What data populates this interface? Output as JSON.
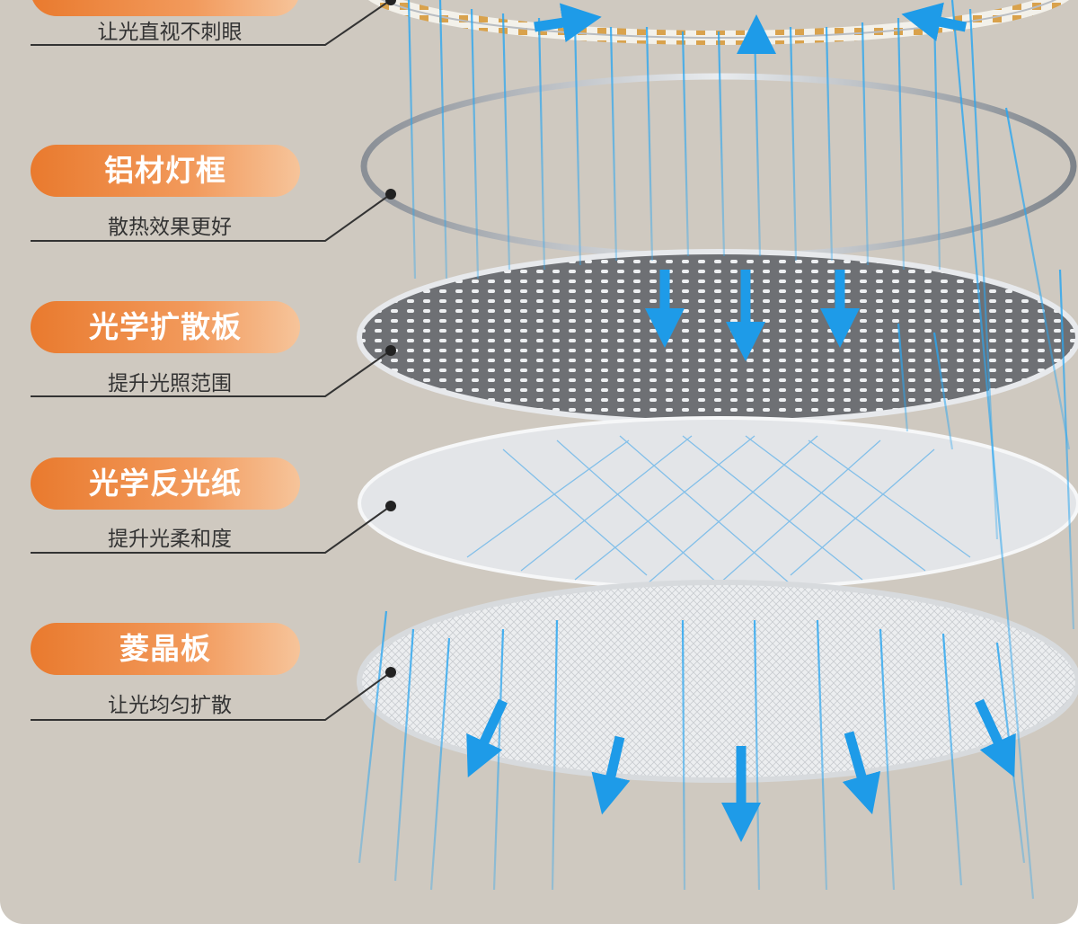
{
  "layers": [
    {
      "id": "led",
      "title": "",
      "subtitle": "让光直视不刺眼"
    },
    {
      "id": "frame",
      "title": "铝材灯框",
      "subtitle": "散热效果更好"
    },
    {
      "id": "diffuser",
      "title": "光学扩散板",
      "subtitle": "提升光照范围"
    },
    {
      "id": "reflector",
      "title": "光学反光纸",
      "subtitle": "提升光柔和度"
    },
    {
      "id": "prism",
      "title": "菱晶板",
      "subtitle": "让光均匀扩散"
    }
  ],
  "colors": {
    "background": "#cfc9c0",
    "pill_start": "#e97a2e",
    "pill_end": "#f6c49a",
    "light_ray": "#2aa6f0",
    "leader_line": "#333333"
  },
  "icons": {
    "arrow": "light-direction-arrow-icon"
  }
}
